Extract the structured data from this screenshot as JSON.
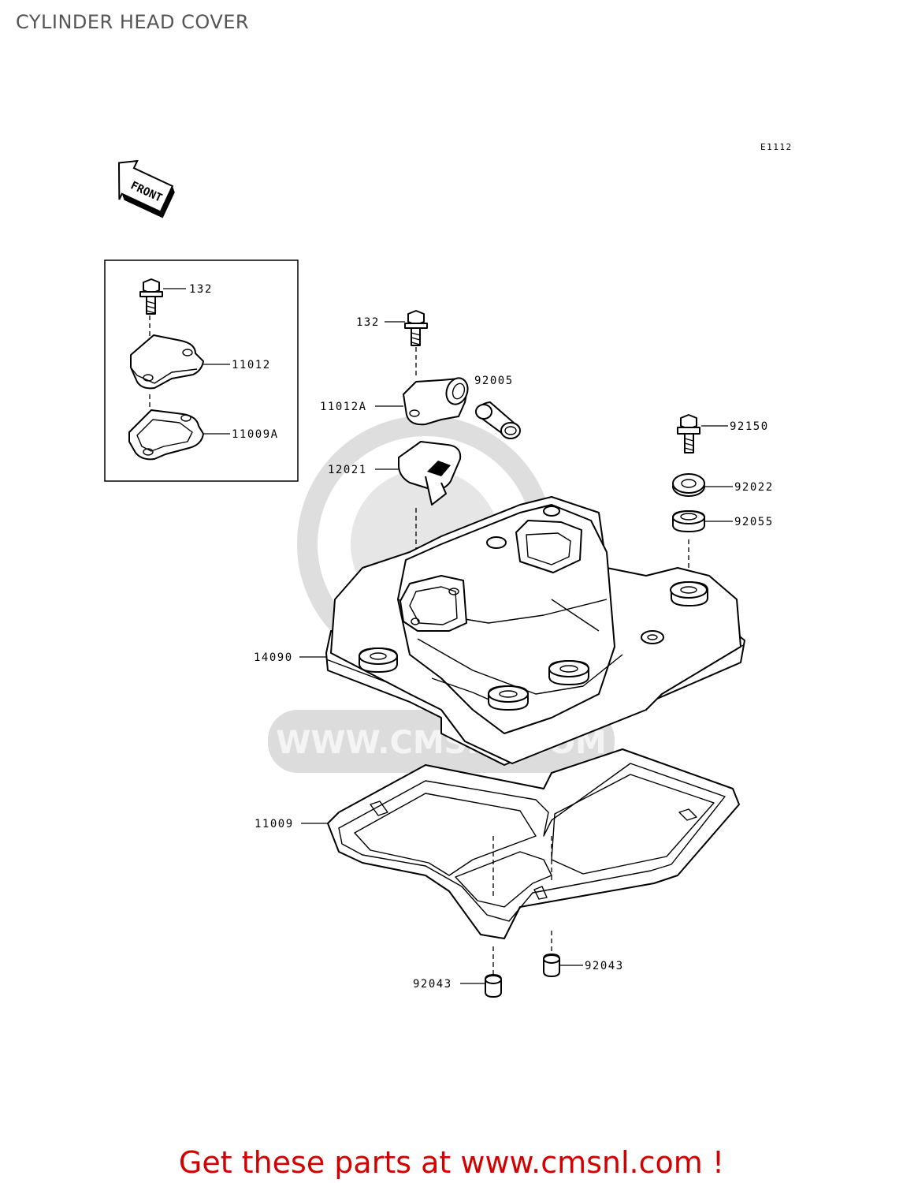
{
  "page": {
    "title": "CYLINDER HEAD COVER",
    "diagram_code": "E1112",
    "front_label": "FRONT",
    "watermark_text": "WWW.CMSNL.COM",
    "footer_text": "Get these parts at www.cmsnl.com !"
  },
  "colors": {
    "title": "#555555",
    "footer": "#d40000",
    "line": "#000000",
    "watermark": "#d9d9d9"
  },
  "parts": {
    "p132_inset": "132",
    "p11012": "11012",
    "p11009A": "11009A",
    "p132": "132",
    "p92005": "92005",
    "p11012A": "11012A",
    "p92150": "92150",
    "p12021": "12021",
    "p92022": "92022",
    "p92055": "92055",
    "p14090": "14090",
    "p11009": "11009",
    "p92043_right": "92043",
    "p92043_left": "92043"
  }
}
